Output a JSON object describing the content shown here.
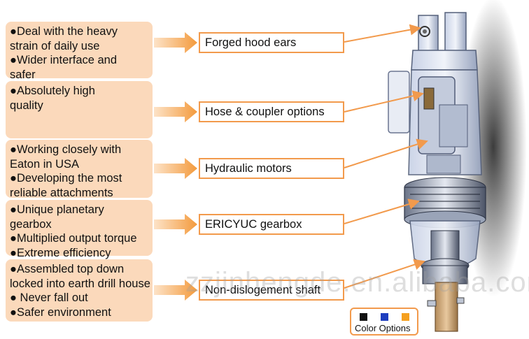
{
  "features": [
    {
      "lines": [
        "●Deal with the heavy",
        "strain of daily use",
        "●Wider interface and",
        "safer"
      ]
    },
    {
      "lines": [
        "●Absolutely high",
        "quality"
      ]
    },
    {
      "lines": [
        "●Working closely with",
        "Eaton in USA",
        "●Developing the most",
        "reliable attachments"
      ]
    },
    {
      "lines": [
        "●Unique planetary",
        "gearbox",
        "●Multiplied output torque",
        "●Extreme efficiency"
      ]
    },
    {
      "lines": [
        "●Assembled top down",
        "locked into earth drill house",
        "● Never fall out",
        "●Safer environment"
      ]
    }
  ],
  "labels": [
    "Forged hood ears",
    "Hose & coupler options",
    "Hydraulic motors",
    "ERICYUC gearbox",
    "Non-dislogement shaft"
  ],
  "watermark": "zzjinhengde.en.alibaba.com",
  "color_options": {
    "label": "Color Options",
    "swatches": [
      "#111111",
      "#1f3fbf",
      "#f5a020"
    ]
  },
  "colors": {
    "box_fill": "#fbd9bb",
    "accent": "#f29a4c"
  }
}
